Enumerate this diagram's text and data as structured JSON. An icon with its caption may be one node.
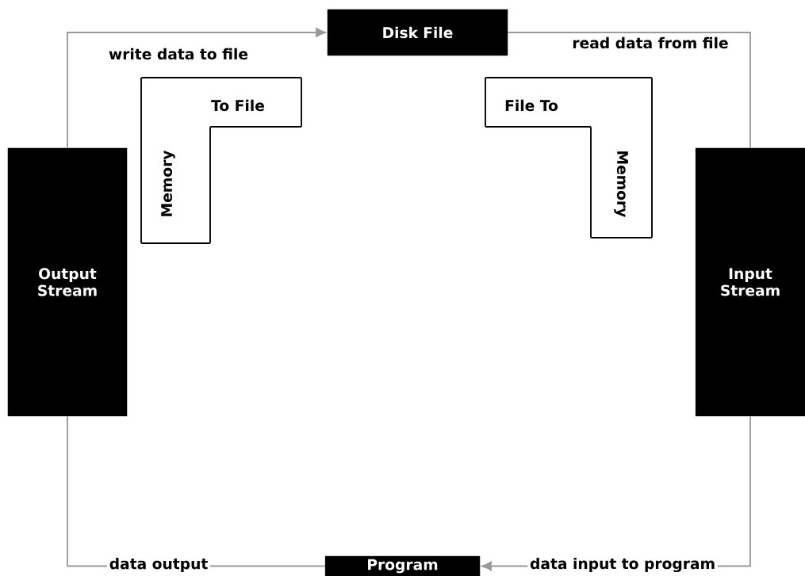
{
  "diagram": {
    "nodes": [
      {
        "text": [
          "Disk File"
        ]
      },
      {
        "text": [
          "Memory",
          "To File"
        ]
      },
      {
        "text": [
          "File To",
          "Memory"
        ]
      },
      {
        "text": [
          "Output Stream"
        ]
      },
      {
        "text": [
          "Input Stream"
        ]
      },
      {
        "text": [
          "Program"
        ]
      }
    ],
    "edges": [
      {
        "from": 3,
        "to": 0,
        "arrow": "to",
        "label": "write data to file"
      },
      {
        "from": 0,
        "to": 4,
        "arrow": "none",
        "label": "read data from file"
      },
      {
        "from": 4,
        "to": 5,
        "arrow": "to",
        "label": "data input to program"
      },
      {
        "from": 5,
        "to": 3,
        "arrow": "none",
        "label": "data output"
      }
    ]
  }
}
